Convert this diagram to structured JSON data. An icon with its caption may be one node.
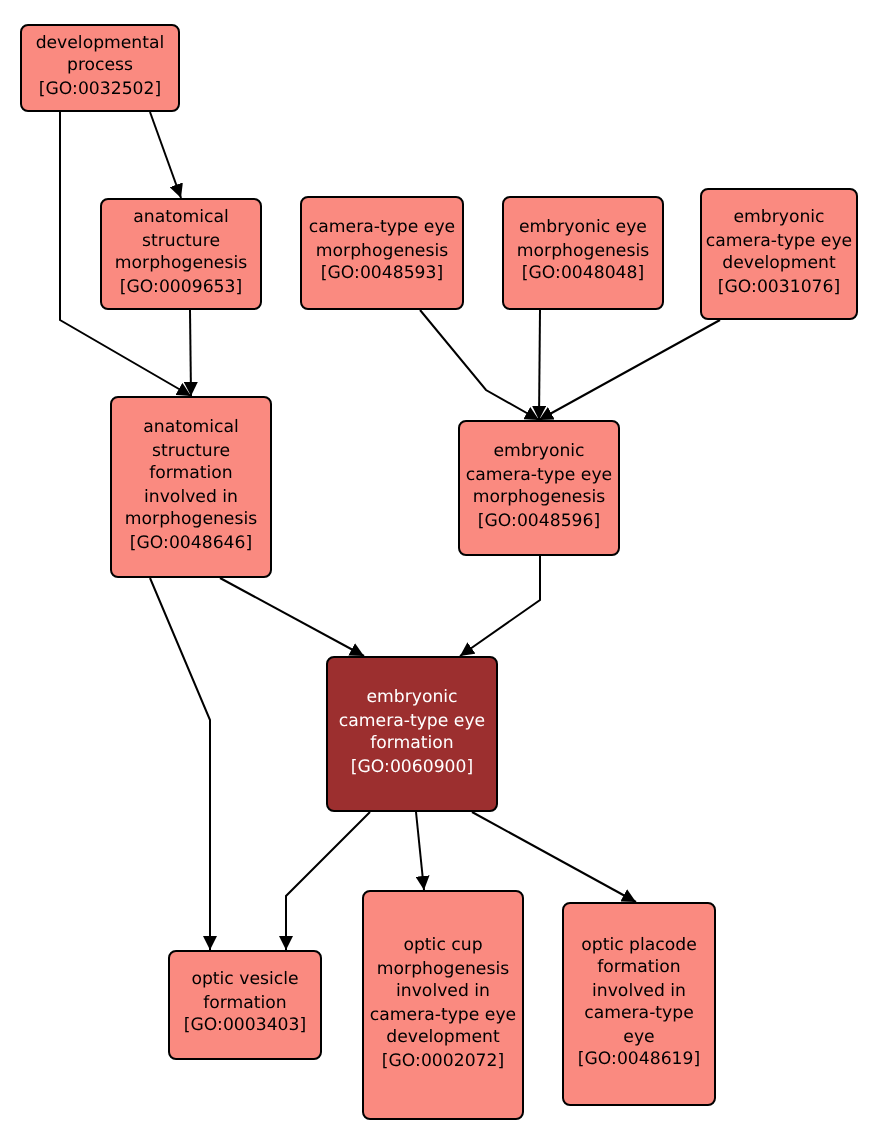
{
  "diagram": {
    "nodes": [
      {
        "text": [
          "developmental process [GO:0032502]"
        ]
      },
      {
        "text": [
          "anatomical structure morphogenesis [GO:0009653]"
        ]
      },
      {
        "text": [
          "camera-type eye morphogenesis [GO:0048593]"
        ]
      },
      {
        "text": [
          "embryonic eye morphogenesis [GO:0048048]"
        ]
      },
      {
        "text": [
          "embryonic camera-type eye development [GO:0031076]"
        ]
      },
      {
        "text": [
          "anatomical structure formation involved in morphogenesis [GO:0048646]"
        ]
      },
      {
        "text": [
          "embryonic camera-type eye morphogenesis [GO:0048596]"
        ]
      },
      {
        "text": [
          "embryonic camera-type eye formation [GO:0060900]"
        ]
      },
      {
        "text": [
          "optic vesicle formation [GO:0003403]"
        ]
      },
      {
        "text": [
          "optic cup morphogenesis involved in camera-type eye development [GO:0002072]"
        ]
      },
      {
        "text": [
          "optic placode formation involved in camera-type eye [GO:0048619]"
        ]
      }
    ],
    "edges": [
      {
        "from": 0,
        "to": 1,
        "arrow": "to"
      },
      {
        "from": 0,
        "to": 5,
        "arrow": "to"
      },
      {
        "from": 1,
        "to": 5,
        "arrow": "to"
      },
      {
        "from": 2,
        "to": 6,
        "arrow": "to"
      },
      {
        "from": 3,
        "to": 6,
        "arrow": "to"
      },
      {
        "from": 4,
        "to": 6,
        "arrow": "to"
      },
      {
        "from": 5,
        "to": 7,
        "arrow": "to"
      },
      {
        "from": 6,
        "to": 7,
        "arrow": "to"
      },
      {
        "from": 5,
        "to": 8,
        "arrow": "to"
      },
      {
        "from": 7,
        "to": 8,
        "arrow": "to"
      },
      {
        "from": 7,
        "to": 9,
        "arrow": "to"
      },
      {
        "from": 7,
        "to": 10,
        "arrow": "to"
      }
    ]
  }
}
